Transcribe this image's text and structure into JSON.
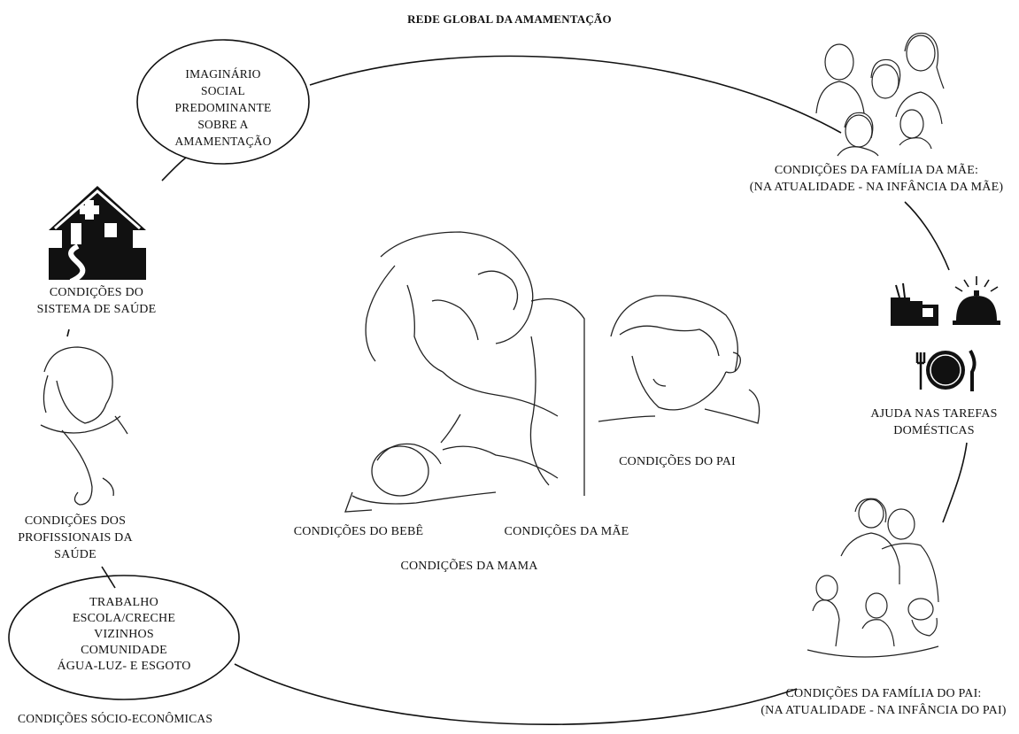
{
  "title": "REDE GLOBAL DA AMAMENTAÇÃO",
  "nodes": {
    "imaginario": [
      "IMAGINÁRIO",
      "SOCIAL",
      "PREDOMINANTE",
      "SOBRE A",
      "AMAMENTAÇÃO"
    ],
    "familia_mae": [
      "CONDIÇÕES DA FAMÍLIA DA MÃE:",
      "(NA ATUALIDADE - NA INFÂNCIA DA MÃE)"
    ],
    "sistema_saude": [
      "CONDIÇÕES DO",
      "SISTEMA DE SAÚDE"
    ],
    "ajuda_tarefas": [
      "AJUDA NAS TAREFAS",
      "DOMÉSTICAS"
    ],
    "profissionais": [
      "CONDIÇÕES DOS",
      "PROFISSIONAIS  DA",
      "SAÚDE"
    ],
    "pai": "CONDIÇÕES DO PAI",
    "bebe": "CONDIÇÕES DO BEBÊ",
    "mae": "CONDIÇÕES DA MÃE",
    "mama": "CONDIÇÕES DA MAMA",
    "socio_items": [
      "TRABALHO",
      "ESCOLA/CRECHE",
      "VIZINHOS",
      "COMUNIDADE",
      "ÁGUA-LUZ- E ESGOTO"
    ],
    "socio": "CONDIÇÕES SÓCIO-ECONÔMICAS",
    "familia_pai": [
      "CONDIÇÕES DA FAMÍLIA DO PAI:",
      "(NA ATUALIDADE - NA INFÂNCIA DO PAI)"
    ]
  }
}
